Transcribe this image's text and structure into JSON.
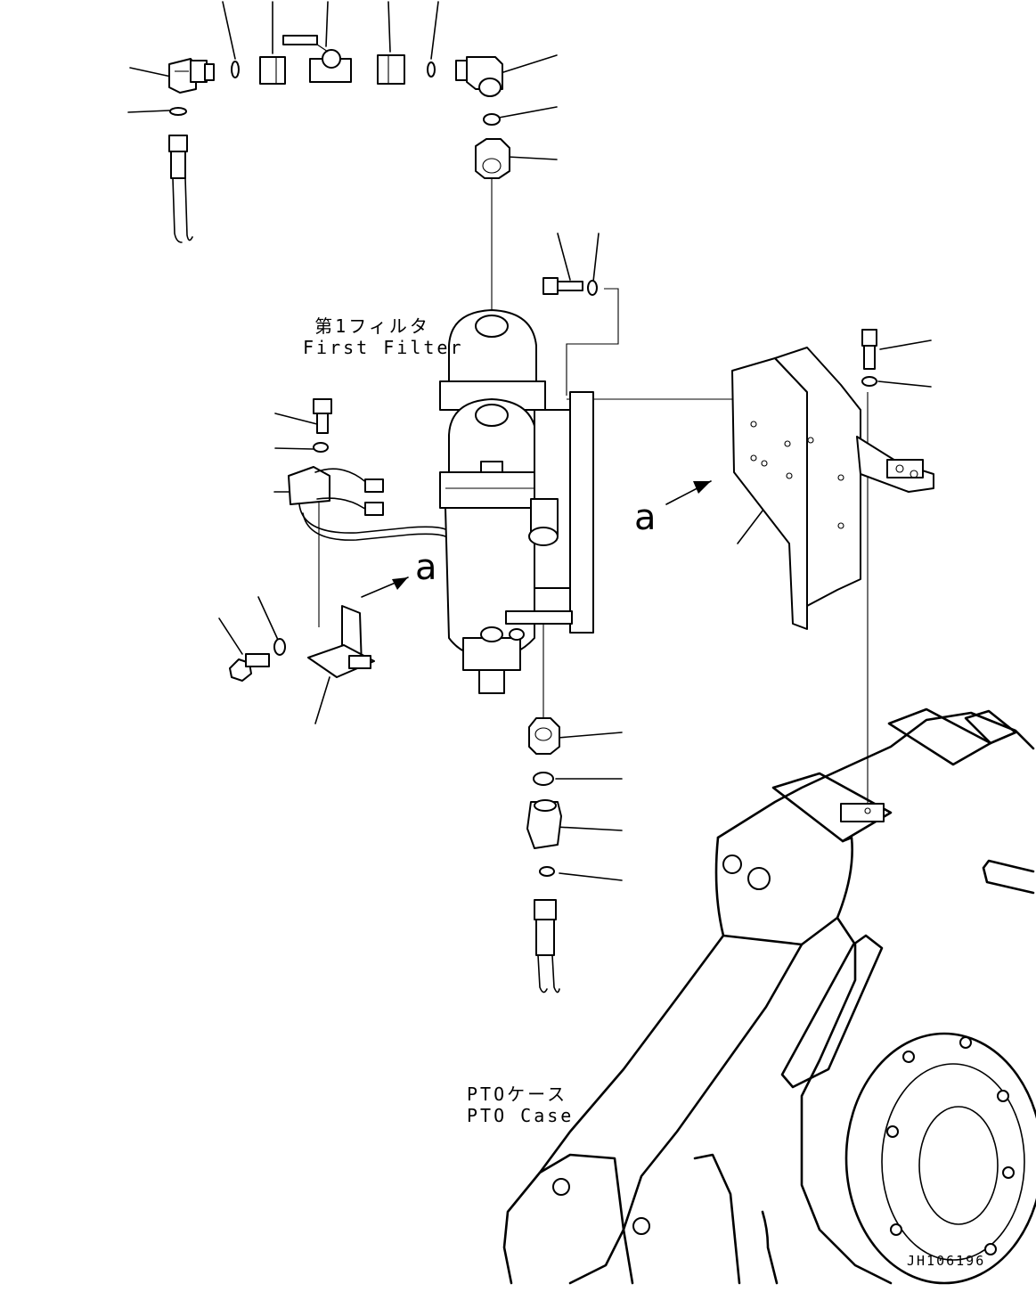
{
  "labels": {
    "first_filter_jp": "第1フィルタ",
    "first_filter_en": "First Filter",
    "pto_case_jp": "PTOケース",
    "pto_case_en": "PTO Case",
    "view_a_left": "a",
    "view_a_right": "a",
    "drawing_code": "JH106196"
  }
}
